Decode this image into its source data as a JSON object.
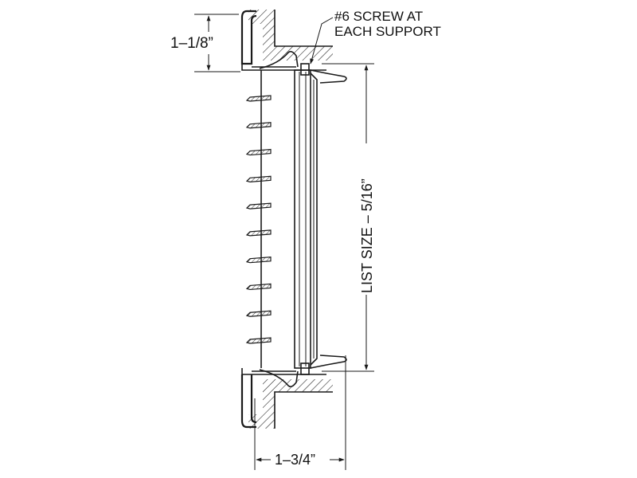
{
  "drawing": {
    "callout_screw_line1": "#6 SCREW AT",
    "callout_screw_line2": "EACH SUPPORT",
    "dim_flange_height": "1–1/8”",
    "dim_list_size": "LIST SIZE  –  5/16”",
    "dim_depth": "1–3/4”",
    "line_color": "#1a1a1a",
    "background": "#ffffff",
    "louver_blade_count": 10
  }
}
